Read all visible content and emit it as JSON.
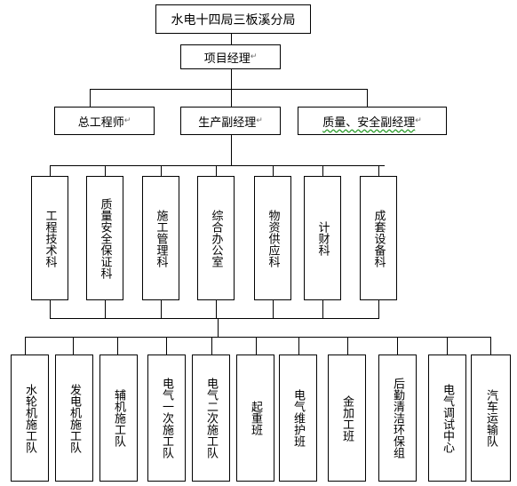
{
  "root": {
    "label": "水电十四局三板溪分局"
  },
  "manager": {
    "label": "项目经理"
  },
  "deputies": [
    {
      "label": "总工程师"
    },
    {
      "label": "生产副经理"
    },
    {
      "label": "质量、安全副经理"
    }
  ],
  "departments": [
    {
      "label": "工程技术科"
    },
    {
      "label": "质量安全保证科"
    },
    {
      "label": "施工管理科"
    },
    {
      "label": "综合办公室"
    },
    {
      "label": "物资供应科"
    },
    {
      "label": "计财科"
    },
    {
      "label": "成套设备科"
    }
  ],
  "teams": [
    {
      "label": "水轮机施工队"
    },
    {
      "label": "发电机施工队"
    },
    {
      "label": "辅机施工队"
    },
    {
      "label": "电气一次施工队"
    },
    {
      "label": "电气二次施工队"
    },
    {
      "label": "起重班"
    },
    {
      "label": "电气维护班"
    },
    {
      "label": "金加工班"
    },
    {
      "label": "后勤清洁环保组"
    },
    {
      "label": "电气调试中心"
    },
    {
      "label": "汽车运输队"
    }
  ],
  "paragraph_mark": "↵"
}
